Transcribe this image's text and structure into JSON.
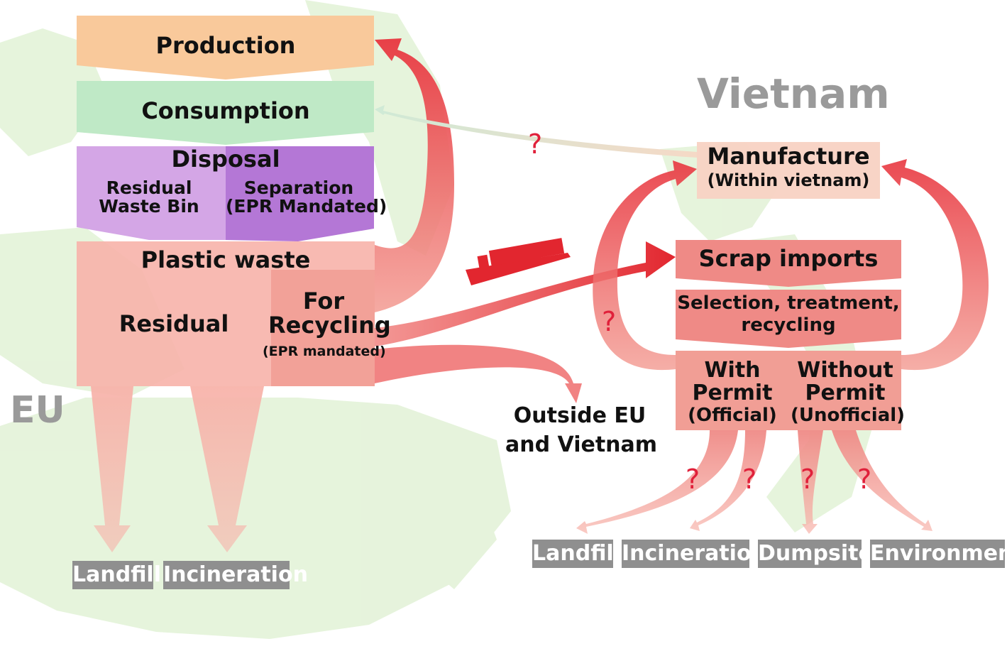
{
  "regions": {
    "eu": "EU",
    "vietnam": "Vietnam"
  },
  "eu": {
    "production": "Production",
    "consumption": "Consumption",
    "disposal": {
      "title": "Disposal",
      "residual_bin": "Residual\nWaste Bin",
      "separation": "Separation\n(EPR Mandated)"
    },
    "plastic_waste": "Plastic waste",
    "residual": "Residual",
    "for_recycling": "For\nRecycling",
    "epr_note": "(EPR mandated)",
    "outputs": [
      "Landfill",
      "Incineration"
    ]
  },
  "outside": "Outside EU\nand Vietnam",
  "vietnam": {
    "manufacture": "Manufacture",
    "manufacture_sub": "(Within vietnam)",
    "scrap_imports": "Scrap imports",
    "selection": "Selection, treatment,\nrecycling",
    "with_permit": "With\nPermit",
    "with_permit_sub": "(Official)",
    "without_permit": "Without\nPermit",
    "without_permit_sub": "(Unofficial)",
    "outputs": [
      "Landfill",
      "Incineration",
      "Dumpsite",
      "Environment"
    ]
  },
  "unknown_marker": "?",
  "colors": {
    "production": "#f9c99b",
    "consumption": "#bfe9c6",
    "disposal_left": "#d4a6e6",
    "disposal_right": "#b477d6",
    "waste": "#f7b3aa",
    "flow_red": "#e8363f",
    "map": "#e2f2d6",
    "grey_box": "#8f8f8f",
    "question": "#e0203a"
  }
}
